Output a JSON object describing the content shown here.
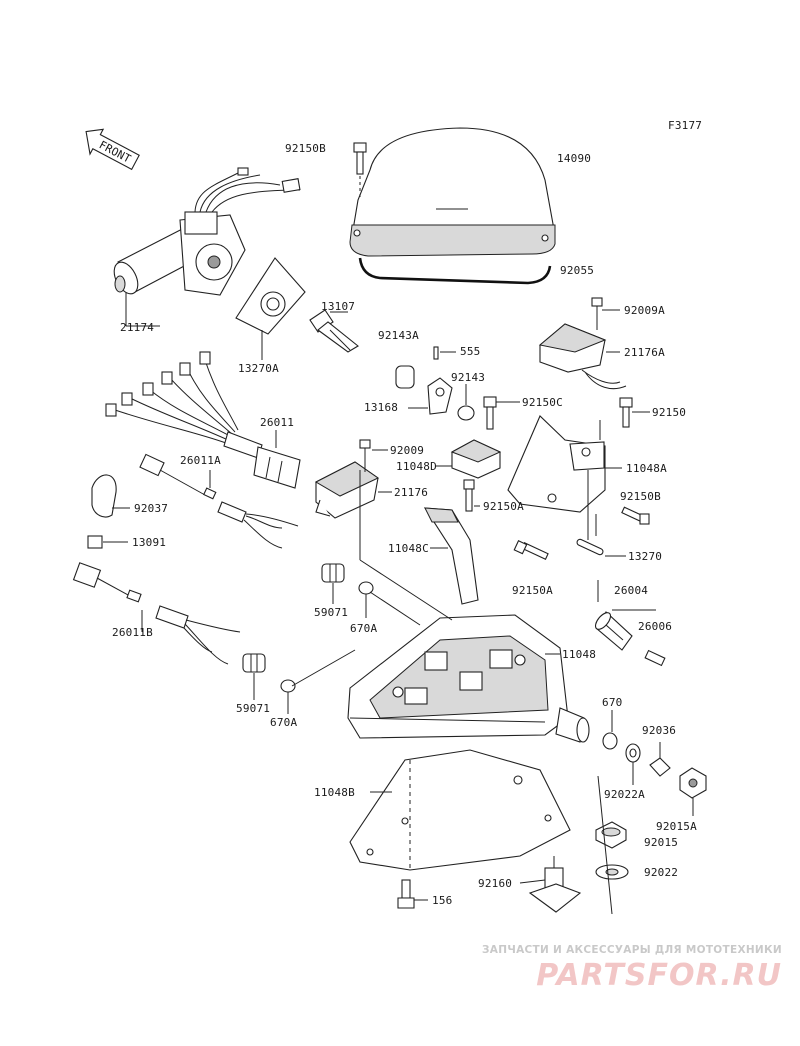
{
  "figure_code": "F3177",
  "front_marker": "FRONT",
  "parts": [
    {
      "id": "92150B",
      "label": "92150B"
    },
    {
      "id": "14090",
      "label": "14090"
    },
    {
      "id": "92055",
      "label": "92055"
    },
    {
      "id": "21174",
      "label": "21174"
    },
    {
      "id": "13107",
      "label": "13107"
    },
    {
      "id": "13270A",
      "label": "13270A"
    },
    {
      "id": "92143A",
      "label": "92143A"
    },
    {
      "id": "555",
      "label": "555"
    },
    {
      "id": "92143",
      "label": "92143"
    },
    {
      "id": "92009A",
      "label": "92009A"
    },
    {
      "id": "21176A",
      "label": "21176A"
    },
    {
      "id": "13168",
      "label": "13168"
    },
    {
      "id": "92150C",
      "label": "92150C"
    },
    {
      "id": "92150",
      "label": "92150"
    },
    {
      "id": "26011",
      "label": "26011"
    },
    {
      "id": "92009",
      "label": "92009"
    },
    {
      "id": "11048D",
      "label": "11048D"
    },
    {
      "id": "11048A",
      "label": "11048A"
    },
    {
      "id": "26011A",
      "label": "26011A"
    },
    {
      "id": "21176",
      "label": "21176"
    },
    {
      "id": "92150A_1",
      "label": "92150A"
    },
    {
      "id": "92150B_2",
      "label": "92150B"
    },
    {
      "id": "92037",
      "label": "92037"
    },
    {
      "id": "11048C",
      "label": "11048C"
    },
    {
      "id": "13270",
      "label": "13270"
    },
    {
      "id": "13091",
      "label": "13091"
    },
    {
      "id": "92150A_2",
      "label": "92150A"
    },
    {
      "id": "26004",
      "label": "26004"
    },
    {
      "id": "59071_1",
      "label": "59071"
    },
    {
      "id": "26006",
      "label": "26006"
    },
    {
      "id": "26011B",
      "label": "26011B"
    },
    {
      "id": "670A_1",
      "label": "670A"
    },
    {
      "id": "11048",
      "label": "11048"
    },
    {
      "id": "59071_2",
      "label": "59071"
    },
    {
      "id": "670",
      "label": "670"
    },
    {
      "id": "670A_2",
      "label": "670A"
    },
    {
      "id": "92036",
      "label": "92036"
    },
    {
      "id": "11048B",
      "label": "11048B"
    },
    {
      "id": "92022A",
      "label": "92022A"
    },
    {
      "id": "92015A",
      "label": "92015A"
    },
    {
      "id": "92015",
      "label": "92015"
    },
    {
      "id": "92160",
      "label": "92160"
    },
    {
      "id": "92022",
      "label": "92022"
    },
    {
      "id": "156",
      "label": "156"
    }
  ],
  "watermark": {
    "subtitle": "ЗАПЧАСТИ И АКСЕССУАРЫ ДЛЯ МОТОТЕХНИКИ",
    "logo": "PARTSFOR.RU"
  }
}
